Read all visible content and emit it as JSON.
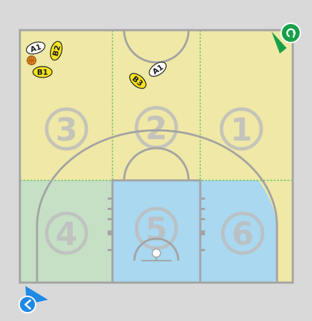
{
  "colors": {
    "background": "#d9d9d9",
    "upper_zone": "#efe8a6",
    "left_lower_zone": "#c5e0c5",
    "right_lower_zone": "#a9d8f0",
    "paint": "#a9d8f0",
    "lines": "#a3a3a3",
    "zone_divider": "#3bb54a",
    "team_a": "#ffffff",
    "team_b": "#f4e21d",
    "ball": "#f08a24",
    "top_corner_marker": "#18a048",
    "bottom_corner_marker": "#1e8ae6"
  },
  "zones": [
    {
      "label": "3"
    },
    {
      "label": "2"
    },
    {
      "label": "1"
    },
    {
      "label": "4"
    },
    {
      "label": "5"
    },
    {
      "label": "6"
    }
  ],
  "players": [
    {
      "label": "A1",
      "team": "A"
    },
    {
      "label": "B2",
      "team": "B"
    },
    {
      "label": "B1",
      "team": "B"
    },
    {
      "label": "A1",
      "team": "A"
    },
    {
      "label": "B3",
      "team": "B"
    }
  ],
  "markers": {
    "top_right": {
      "icon": "rotate-arrow-icon"
    },
    "bottom_left": {
      "icon": "chevron-left-icon"
    }
  },
  "ball_icon": "basketball-icon"
}
